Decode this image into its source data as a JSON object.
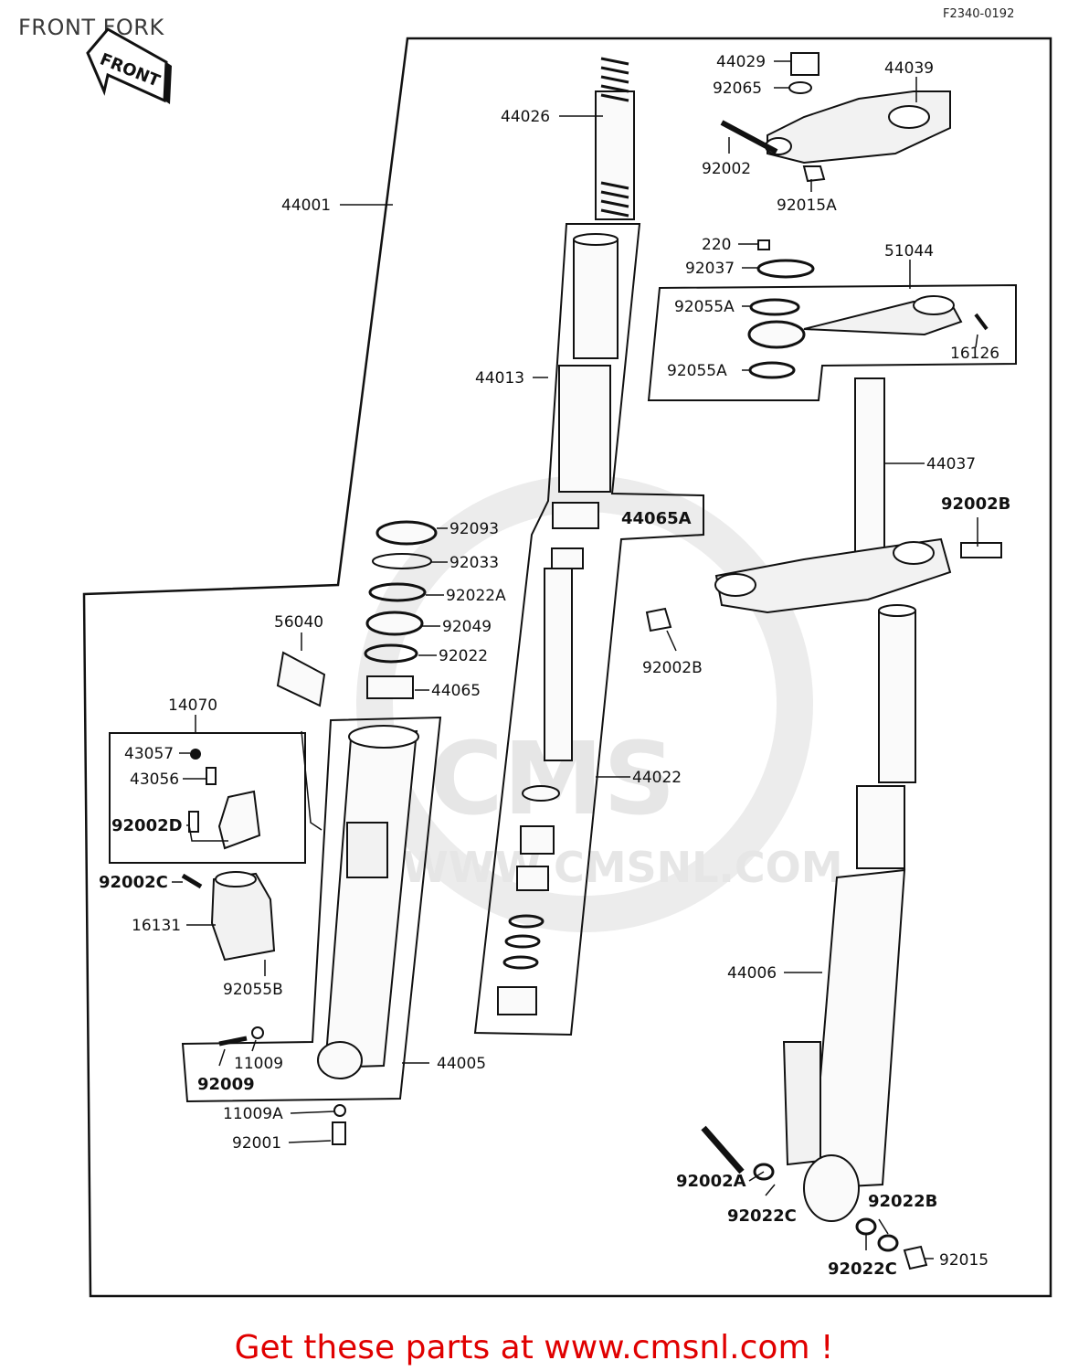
{
  "header": {
    "title": "FRONT FORK",
    "diagram_code": "F2340-0192"
  },
  "direction_arrow": {
    "label": "FRONT"
  },
  "watermark": {
    "logo_text": "CMS",
    "site_text": "WWW.CMSNL.COM"
  },
  "callouts": {
    "p44026": "44026",
    "p44029": "44029",
    "p44039": "44039",
    "p92065": "92065",
    "p92002": "92002",
    "p92015A": "92015A",
    "p44001": "44001",
    "p220": "220",
    "p92037": "92037",
    "p51044": "51044",
    "p92055A_upper": "92055A",
    "p92055A_lower": "92055A",
    "p16126": "16126",
    "p44013": "44013",
    "p44037": "44037",
    "p92002B_right": "92002B",
    "p44065A": "44065A",
    "p92093": "92093",
    "p92033": "92033",
    "p92022A": "92022A",
    "p92049": "92049",
    "p92022": "92022",
    "p44065": "44065",
    "p56040": "56040",
    "p92002B_mid": "92002B",
    "p14070": "14070",
    "p43057": "43057",
    "p43056": "43056",
    "p92002D": "92002D",
    "p44022": "44022",
    "p92002C": "92002C",
    "p16131": "16131",
    "p92055B": "92055B",
    "p44006": "44006",
    "p11009": "11009",
    "p92009": "92009",
    "p44005": "44005",
    "p11009A": "11009A",
    "p92001": "92001",
    "p92002A": "92002A",
    "p92022B": "92022B",
    "p92022C_upper": "92022C",
    "p92022C_lower": "92022C",
    "p92015": "92015"
  },
  "footer": {
    "link_text": "Get these parts at www.cmsnl.com !",
    "link_color": "#e00000"
  }
}
